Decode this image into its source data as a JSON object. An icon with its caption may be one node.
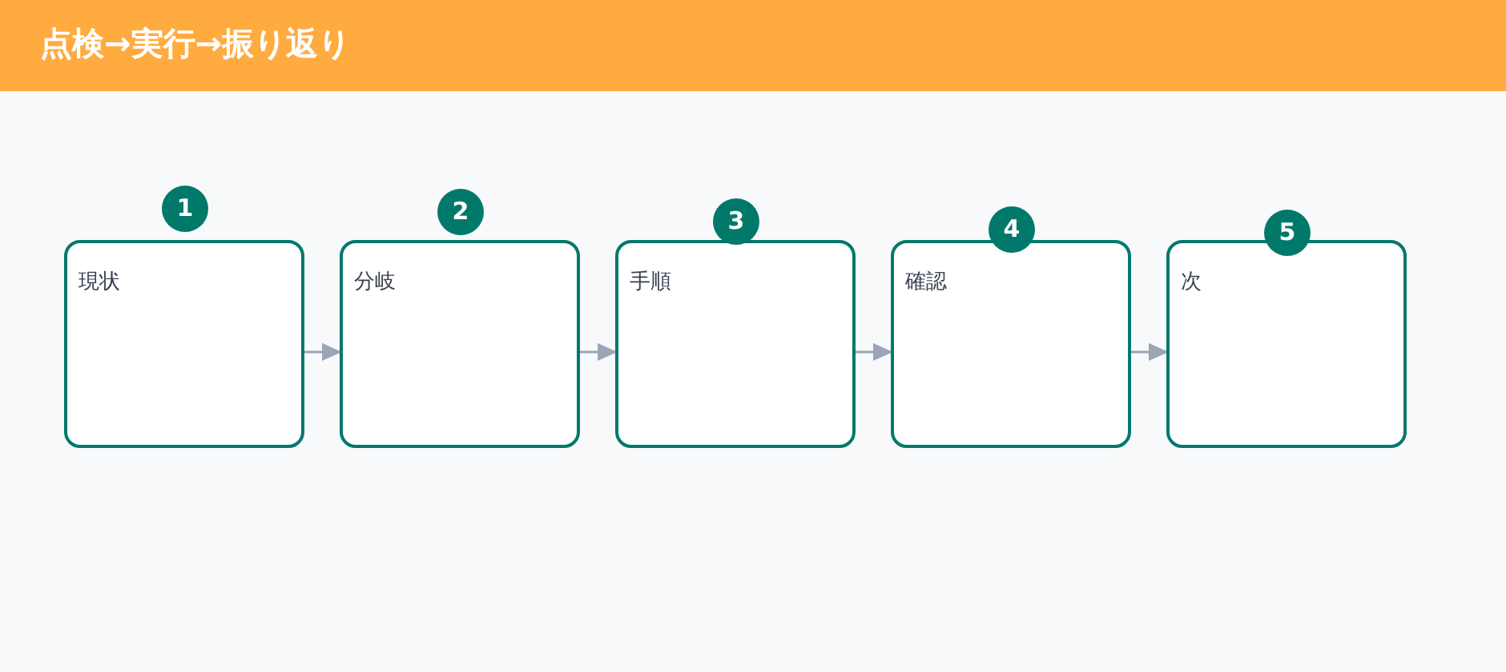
{
  "diagram": {
    "title": "点検→実行→振り返り",
    "nodes": [
      {
        "text": [
          "1"
        ]
      },
      {
        "text": [
          "現状"
        ]
      },
      {
        "text": [
          "2"
        ]
      },
      {
        "text": [
          "分岐"
        ]
      },
      {
        "text": [
          "3"
        ]
      },
      {
        "text": [
          "手順"
        ]
      },
      {
        "text": [
          "4"
        ]
      },
      {
        "text": [
          "確認"
        ]
      },
      {
        "text": [
          "5"
        ]
      },
      {
        "text": [
          "次"
        ]
      }
    ],
    "edges": [
      {
        "from": 1,
        "to": 3,
        "arrow": "to"
      },
      {
        "from": 3,
        "to": 5,
        "arrow": "to"
      },
      {
        "from": 5,
        "to": 7,
        "arrow": "to"
      },
      {
        "from": 7,
        "to": 9,
        "arrow": "to"
      }
    ]
  }
}
